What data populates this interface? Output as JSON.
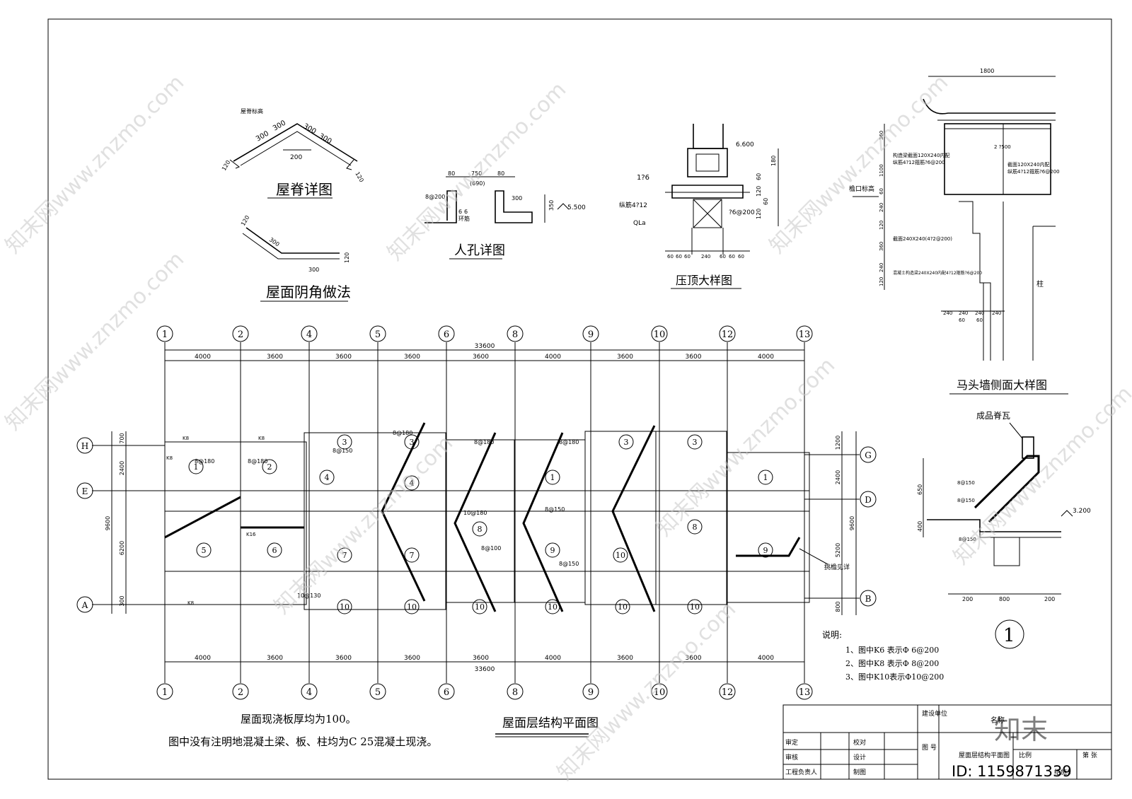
{
  "details": {
    "ridge": {
      "title": "屋脊详图",
      "top_label": "屋脊标高",
      "dims": [
        "300",
        "300",
        "300",
        "300",
        "200",
        "120",
        "120"
      ]
    },
    "valley": {
      "title": "屋面阴角做法",
      "dims": [
        "120",
        "300",
        "300",
        "120"
      ]
    },
    "manhole": {
      "title": "人孔详图",
      "dims": [
        "80",
        "750",
        "(690)",
        "80",
        "300",
        "350",
        "8@200",
        "6",
        "6",
        "环筋"
      ],
      "level": "5.500"
    },
    "coping": {
      "title": "压顶大样图",
      "level": "6.600",
      "left_labels": [
        "1?6",
        "纵筋4?12",
        "QLa"
      ],
      "right_labels": [
        "?6@200"
      ],
      "dims_v": [
        "180",
        "60",
        "120",
        "60",
        "120"
      ],
      "dims_h": [
        "60",
        "60",
        "60",
        "240",
        "60",
        "60",
        "60"
      ]
    },
    "horsehead": {
      "title": "马头墙侧面大样图",
      "top_dim": "1800",
      "eave_label": "檐口标高",
      "column_label": "柱",
      "note1": "构造梁截面120X240内配",
      "note2": "纵筋4?12箍筋?6@200",
      "note3": "截面240X240(4?2@200)",
      "note4": "截面120X240内配",
      "note5": "混凝土构造梁240X240内配4?12箍筋?6@200",
      "v_dims": [
        "360",
        "1100",
        "60",
        "240",
        "120",
        "360",
        "240",
        "120"
      ],
      "h_dims": [
        "240",
        "240",
        "240",
        "240",
        "60",
        "60"
      ],
      "right_dim": "2 ?500"
    },
    "section1": {
      "title_label": "成品脊瓦",
      "mark": "1",
      "level": "3.200",
      "dims_v": [
        "650",
        "400"
      ],
      "dims_h": [
        "200",
        "800",
        "200"
      ],
      "rebar": [
        "8@150",
        "8@150",
        "8@150"
      ]
    }
  },
  "plan": {
    "title": "屋面层结构平面图",
    "axes_top": [
      "1",
      "2",
      "4",
      "5",
      "6",
      "8",
      "9",
      "10",
      "12",
      "13"
    ],
    "axes_left": [
      "H",
      "E",
      "A"
    ],
    "axes_right": [
      "G",
      "D",
      "B"
    ],
    "spans": [
      "4000",
      "3600",
      "3600",
      "3600",
      "3600",
      "4000",
      "3600",
      "3600",
      "4000"
    ],
    "total": "33600",
    "left_dims": [
      "700",
      "2400",
      "6200",
      "300"
    ],
    "left_total": "9600",
    "right_dims": [
      "1200",
      "2400",
      "5200",
      "800"
    ],
    "right_total": "9600",
    "slab_tags": [
      "1",
      "2",
      "3",
      "3",
      "3",
      "3",
      "4",
      "4",
      "1",
      "1",
      "5",
      "6",
      "7",
      "7",
      "8",
      "9",
      "8",
      "9",
      "10",
      "10",
      "10",
      "10",
      "10",
      "10",
      "10"
    ],
    "eave_label": "挑檐见详",
    "rebar_labels": [
      "8@180",
      "8@180",
      "8@150",
      "8@180",
      "10@130",
      "8@180",
      "8@180",
      "8@150",
      "10@180",
      "8@100",
      "8@150"
    ],
    "k_labels": [
      "K8",
      "K8",
      "K16",
      "K8",
      "K8"
    ],
    "notes_title": "说明:",
    "notes": [
      "1、图中K6 表示Φ 6@200",
      "2、图中K8 表示Φ 8@200",
      "3、图中K10表示Φ10@200"
    ],
    "footnote1": "屋面现浇板厚均为100。",
    "footnote2": "图中没有注明地混凝土梁、板、柱均为C 25混凝土现浇。"
  },
  "titleblock": {
    "build_unit": "建设单位",
    "name_label": "名称",
    "drawing_no": "图 号",
    "sheet_label": "第 张",
    "rows": [
      [
        "审定",
        "校对"
      ],
      [
        "审核",
        "设计"
      ],
      [
        "工程负责人",
        "制图"
      ]
    ],
    "drawing_name": "屋面层结构平面图",
    "scale_label": "比例",
    "scale_value": "结施1",
    "id": "ID: 1159871339",
    "logo": "知末"
  },
  "watermark": "知末网www.znzmo.com"
}
